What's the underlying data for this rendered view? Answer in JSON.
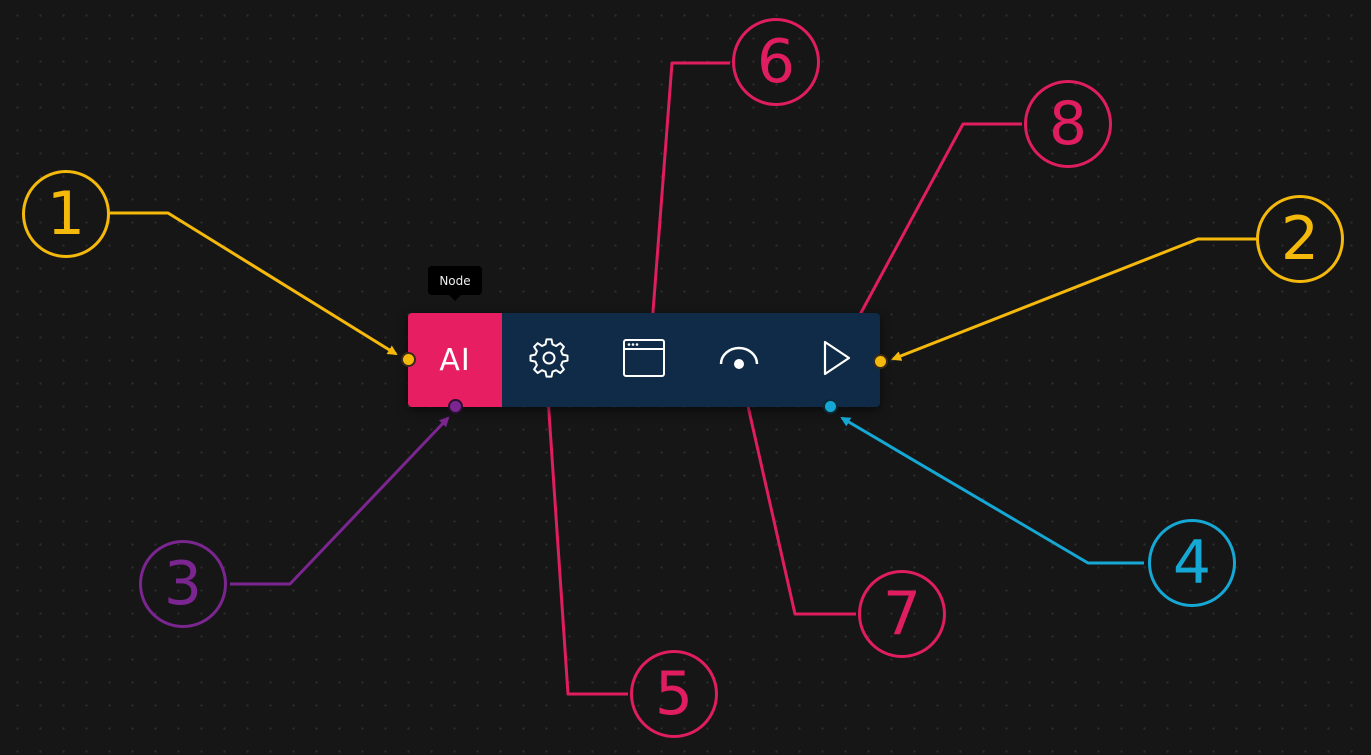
{
  "tooltip": {
    "label": "Node"
  },
  "node": {
    "type_label": "AI",
    "accent_color": "#e81e63",
    "body_color": "#0f2b47",
    "tools": [
      {
        "icon": "gear-icon"
      },
      {
        "icon": "browser-window-icon"
      },
      {
        "icon": "eye-icon"
      },
      {
        "icon": "play-icon"
      }
    ],
    "ports": [
      {
        "icon": "input-port",
        "color": "#f5b90c"
      },
      {
        "icon": "output-port",
        "color": "#f5b90c"
      },
      {
        "icon": "bottom-left-port",
        "color": "#7b2690"
      },
      {
        "icon": "bottom-right-port",
        "color": "#15a8d4"
      }
    ]
  },
  "callouts": [
    {
      "number": "1",
      "color": "#f5b90c"
    },
    {
      "number": "2",
      "color": "#f5b90c"
    },
    {
      "number": "3",
      "color": "#7b2690"
    },
    {
      "number": "4",
      "color": "#15a8d4"
    },
    {
      "number": "5",
      "color": "#e01d60"
    },
    {
      "number": "6",
      "color": "#e01d60"
    },
    {
      "number": "7",
      "color": "#e01d60"
    },
    {
      "number": "8",
      "color": "#e01d60"
    }
  ]
}
